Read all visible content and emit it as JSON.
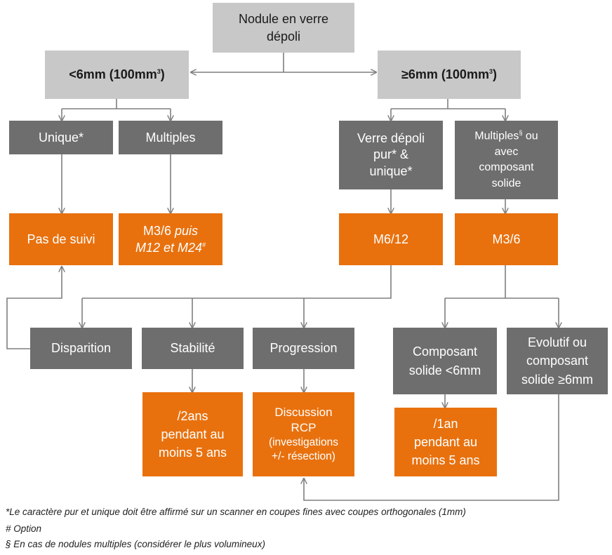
{
  "nodes": {
    "root": {
      "line1": "Nodule en verre",
      "line2": "dépoli"
    },
    "lt6": {
      "text": "<6mm (100mm",
      "sup": "3",
      "close": ")"
    },
    "ge6": {
      "text": "≥6mm (100mm",
      "sup": "3",
      "close": ")"
    },
    "unique": "Unique*",
    "multiples": "Multiples",
    "verre_pur": {
      "line1": "Verre dépoli",
      "line2": "pur* &",
      "line3": "unique*"
    },
    "multiples_solide": {
      "line1a": "Multiples",
      "sup": "§",
      "line1b": " ou",
      "line2": "avec",
      "line3": "composant",
      "line4": "solide"
    },
    "pas_suivi": "Pas de suivi",
    "m36_puis": {
      "line1a": "M3/6 ",
      "line1b": "puis",
      "line2": "M12 et M24",
      "sup": "#"
    },
    "m612": "M6/12",
    "m36": "M3/6",
    "disparition": "Disparition",
    "stabilite": "Stabilité",
    "progression": "Progression",
    "composant_lt6": {
      "line1": "Composant",
      "line2": "solide <6mm"
    },
    "evolutif": {
      "line1": "Evolutif ou",
      "line2": "composant",
      "line3": "solide ≥6mm"
    },
    "deux_ans": {
      "line1": "/2ans",
      "line2": "pendant au",
      "line3": "moins 5 ans"
    },
    "discussion": {
      "line1": "Discussion",
      "line2": "RCP",
      "line3": "(investigations",
      "line4": "+/- résection)"
    },
    "un_an": {
      "line1": "/1an",
      "line2": "pendant au",
      "line3": "moins 5 ans"
    }
  },
  "footnotes": {
    "star": "*Le caractère pur et unique doit être affirmé sur un scanner en coupes fines avec coupes orthogonales (1mm)",
    "hash": "# Option",
    "section": "§ En cas de nodules multiples (considérer le plus volumineux)"
  },
  "colors": {
    "light_box": "#c8c8c8",
    "dark_box": "#6e6e6e",
    "orange_box": "#e8710e",
    "connector": "#7f7f7f"
  }
}
